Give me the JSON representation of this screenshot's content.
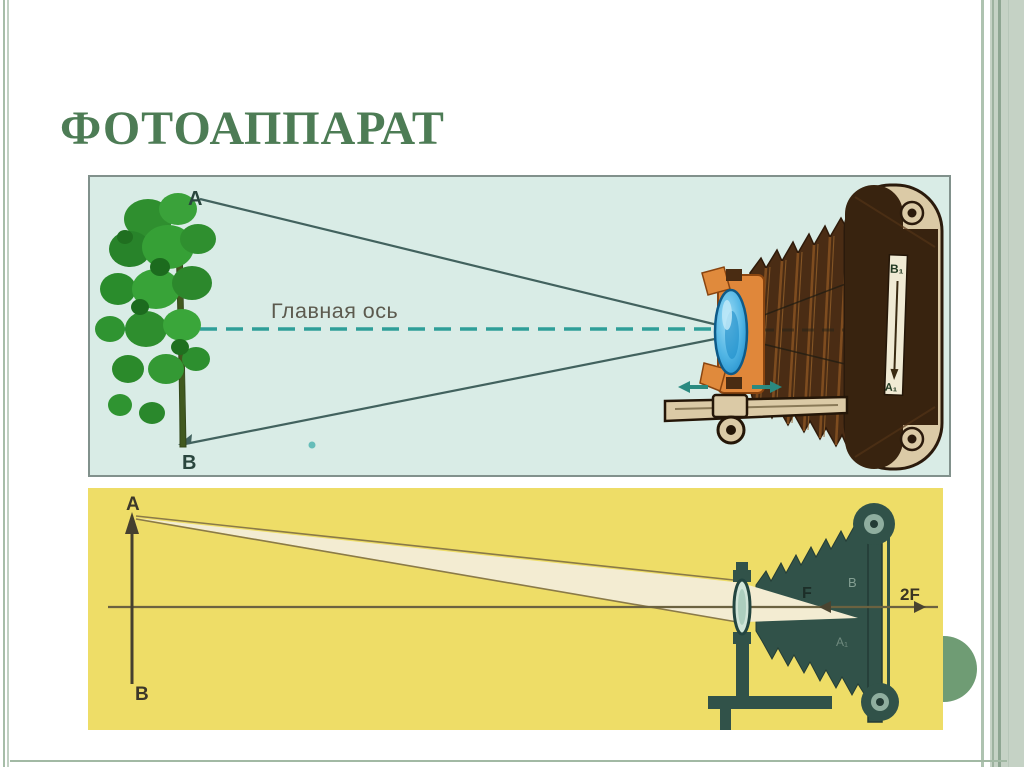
{
  "slide": {
    "title": "ФОТОАППАРАТ"
  },
  "top_diagram": {
    "label_a": "А",
    "label_b": "В",
    "axis_label": "Главная ось",
    "film_top_label": "В₁",
    "film_bottom_label": "А₁",
    "bg_color": "#d9ece6"
  },
  "bottom_diagram": {
    "label_a": "А",
    "label_b": "В",
    "label_f": "F",
    "label_2f": "2F",
    "film_top_label": "В",
    "film_bottom_label": "А₁",
    "bg_color": "#eedd67"
  },
  "decor": {
    "title_color": "#4d7c55",
    "accent_circle_color": "#6f9c74",
    "border_color": "#a6bda8",
    "right_band_color": "#c5d2c5",
    "bottom_rule_color": "#a2b9a4"
  }
}
